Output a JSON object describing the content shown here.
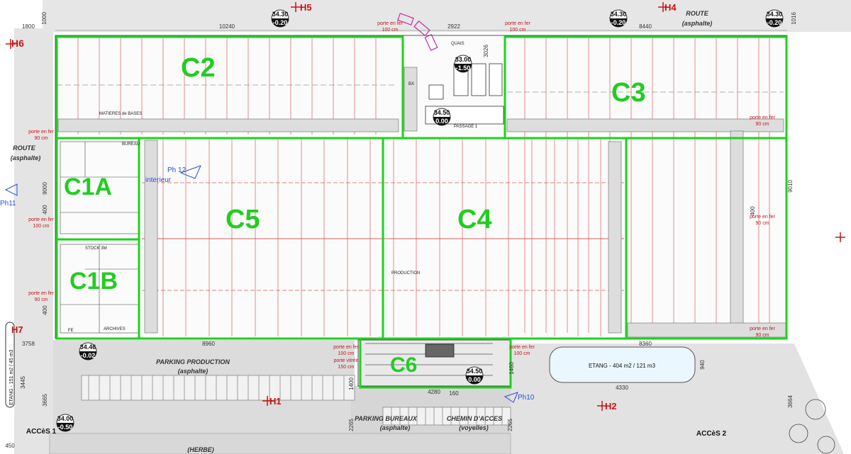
{
  "zones": [
    {
      "id": "C2",
      "label": "C2"
    },
    {
      "id": "C3",
      "label": "C3"
    },
    {
      "id": "C1A",
      "label": "C1A"
    },
    {
      "id": "C5",
      "label": "C5"
    },
    {
      "id": "C4",
      "label": "C4"
    },
    {
      "id": "C1B",
      "label": "C1B"
    },
    {
      "id": "C6",
      "label": "C6"
    }
  ],
  "hydrants": {
    "h1": "H1",
    "h2": "H2",
    "h4": "H4",
    "h5": "H5",
    "h6": "H6",
    "h7": "H7"
  },
  "levels": {
    "l1": {
      "top": "34.30",
      "bottom": "-0.20"
    },
    "l2": {
      "top": "34.30",
      "bottom": "-0.20"
    },
    "l3": {
      "top": "34.30",
      "bottom": "-0.20"
    },
    "l4": {
      "top": "34.46",
      "bottom": "-0.02"
    },
    "l5": {
      "top": "34.50",
      "bottom": "0.00"
    },
    "l6": {
      "top": "34.50",
      "bottom": "0.00"
    },
    "l7": {
      "top": "33.00",
      "bottom": "-1.50"
    },
    "l8": {
      "top": "34.00",
      "bottom": "-0.50"
    }
  },
  "roads": {
    "route_top": "ROUTE",
    "route_top_sub": "(asphalte)",
    "route_left": "ROUTE",
    "route_left_sub": "(asphalte)",
    "parking_production": "PARKING PRODUCTION",
    "parking_production_sub": "(asphalte)",
    "parking_bureaux": "PARKING BUREAUX",
    "parking_bureaux_sub": "(asphalte)",
    "chemin": "CHEMIN D'ACCES",
    "chemin_sub": "(voyelles)",
    "herbe": "(HERBE)",
    "acces1": "ACCèS 1",
    "acces2": "ACCèS 2"
  },
  "photos": {
    "ph11": "Ph11",
    "ph12": "Ph 12",
    "ph12_sub": "interieur",
    "ph10": "Ph10"
  },
  "rooms": {
    "matieres": "MATIERES de BASES",
    "quais": "QUAIS",
    "passage": "PASSAGE 1",
    "production": "PRODUCTION",
    "archives": "ARCHIVES",
    "bureau": "BUREAU",
    "stock": "STOCK 3M",
    "fe": "FE",
    "bx": "BX"
  },
  "ponds": {
    "etang_main": "ETANG - 404 m2 / 121 m3",
    "etang_left": "ETANG - 151 m2 / 45 m3"
  },
  "doors": {
    "d1": "porte en fer",
    "d1b": "90 cm",
    "d2": "porte en fer",
    "d2b": "100 cm",
    "d3": "porte en fer",
    "d3b": "90 cm",
    "d4": "porte en fer",
    "d4b": "90 cm",
    "d5": "porte en fer",
    "d5b": "90 cm",
    "d6": "porte en fer",
    "d6b": "90 cm",
    "d7": "porte en fer",
    "d7b": "100 cm",
    "d8": "porte en fer",
    "d8b": "100 cm",
    "d9": "porte vitrée",
    "d9b": "150 cm",
    "d10": "porte en fer",
    "d10b": "100 cm",
    "d11": "porte en fer",
    "d11b": "100 cm"
  },
  "dimensions": {
    "w1800": "1800",
    "w10240": "10240",
    "w2922": "2922",
    "w8440": "8440",
    "w1016": "1016",
    "w1000": "1000",
    "w3026": "3026",
    "w9000": "9000",
    "w9010": "9010",
    "w400a": "400",
    "w400b": "400",
    "w400c": "400",
    "w8960": "8960",
    "w8360": "8360",
    "w4280": "4280",
    "w3758": "3758",
    "w3665": "3665",
    "w3445": "3445",
    "w2265a": "2265",
    "w2265b": "2265",
    "w3664": "3664",
    "w940": "940",
    "w4330": "4330",
    "w450": "450",
    "w1400": "1400",
    "w1460": "1460",
    "w160": "160"
  }
}
